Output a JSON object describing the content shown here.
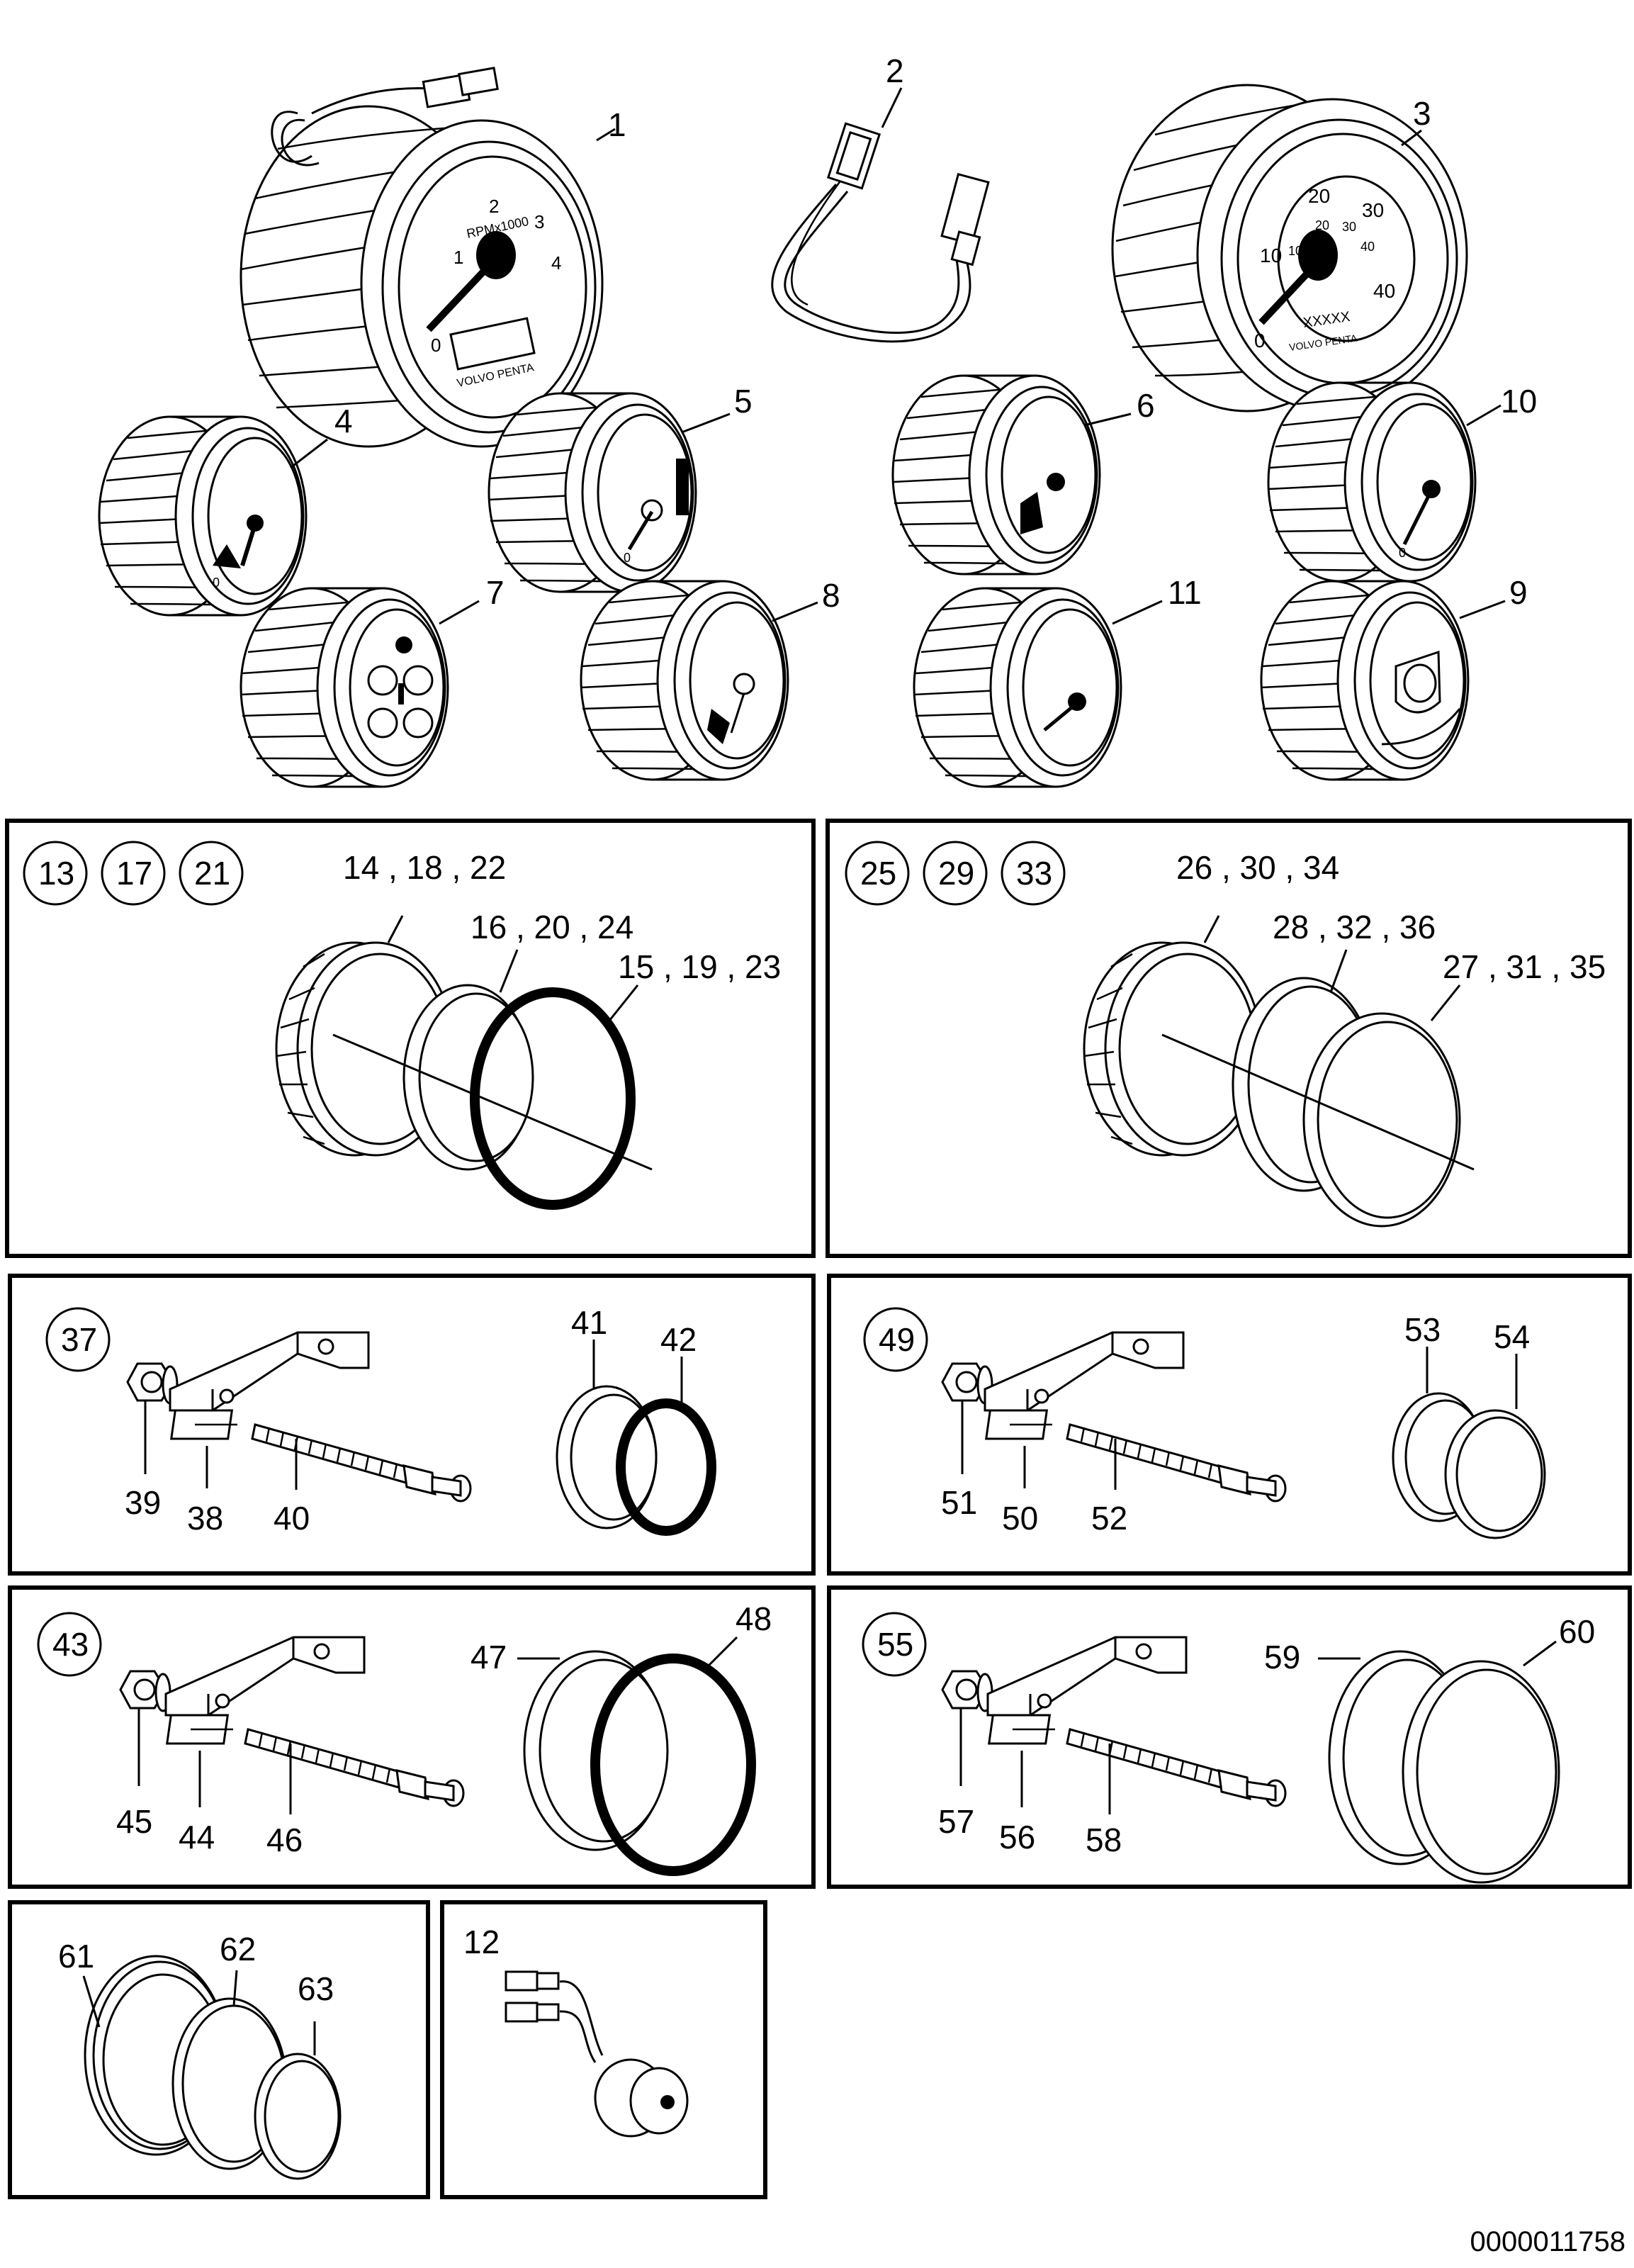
{
  "drawing_id": "0000011758",
  "gauges": [
    {
      "id": "1"
    },
    {
      "id": "2"
    },
    {
      "id": "3"
    },
    {
      "id": "4"
    },
    {
      "id": "5"
    },
    {
      "id": "6"
    },
    {
      "id": "10"
    },
    {
      "id": "7"
    },
    {
      "id": "8"
    },
    {
      "id": "11"
    },
    {
      "id": "9"
    }
  ],
  "panels": {
    "p1": {
      "keys": [
        "13",
        "17",
        "21"
      ],
      "labels": [
        "14 , 18 ,  22",
        "16 ,  20 ,  24",
        "15 , 19 ,  23"
      ]
    },
    "p2": {
      "keys": [
        "25",
        "29",
        "33"
      ],
      "labels": [
        "26 ,  30 , 34",
        "28 ,  32 , 36",
        "27 , 31 , 35"
      ]
    },
    "p3": {
      "key": "37",
      "labels": [
        "39",
        "38",
        "40",
        "41",
        "42"
      ]
    },
    "p4": {
      "key": "49",
      "labels": [
        "51",
        "50",
        "52",
        "53",
        "54"
      ]
    },
    "p5": {
      "key": "43",
      "labels": [
        "45",
        "44",
        "46",
        "47",
        "48"
      ]
    },
    "p6": {
      "key": "55",
      "labels": [
        "57",
        "56",
        "58",
        "59",
        "60"
      ]
    },
    "p7": {
      "labels": [
        "61",
        "62",
        "63"
      ]
    },
    "p8": {
      "label": "12"
    }
  },
  "dial_text": {
    "tacho_unit": "RPMx1000",
    "brand": "VOLVO PENTA",
    "tacho_ticks": [
      "0",
      "1",
      "2",
      "3",
      "4"
    ],
    "speedo_outer": [
      "10",
      "20",
      "30",
      "40"
    ],
    "speedo_inner": [
      "10",
      "20",
      "30",
      "40"
    ],
    "speedo_code": "XXXXX",
    "left_edge": "0",
    "speedo_zero": "0"
  }
}
